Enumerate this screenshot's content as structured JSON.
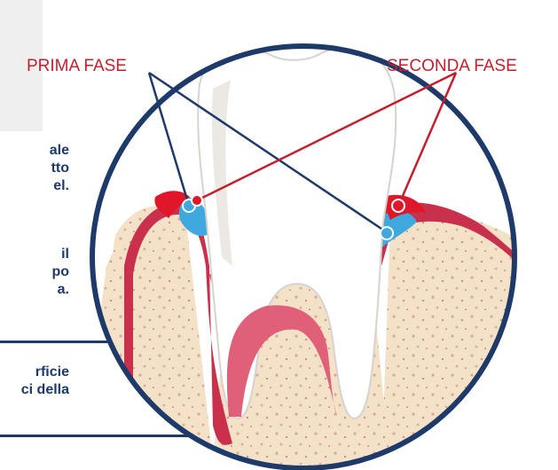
{
  "labels": {
    "first_phase": "PRIMA FASE",
    "second_phase": "SECONDA FASE"
  },
  "side_text": {
    "block1": [
      "ale",
      "tto",
      "el."
    ],
    "block2": [
      "il",
      "po",
      "a."
    ],
    "block3": [
      "rficie",
      "ci della"
    ]
  },
  "colors": {
    "navy": "#1d3a6a",
    "red": "#c31f2d",
    "gum": "#c8304b",
    "bone": "#f3e2c7",
    "enamel": "#ffffff",
    "tartar_blue": "#3fa9df"
  }
}
